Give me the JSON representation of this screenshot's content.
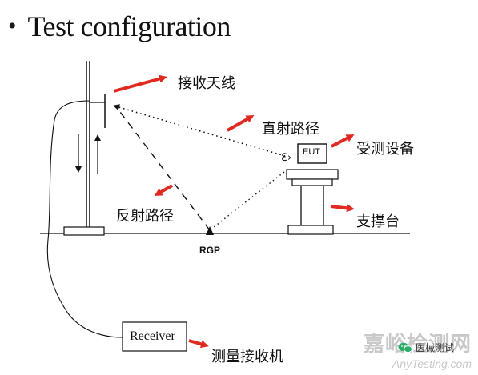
{
  "title": {
    "bullet": "•",
    "text": "Test configuration"
  },
  "labels": {
    "receive_antenna": "接收天线",
    "direct_path": "直射路径",
    "eut_device": "受测设备",
    "eut_box": "EUT",
    "support_table": "支撑台",
    "reflect_path": "反射路径",
    "rgp": "RGP",
    "receiver": "Receiver",
    "measure_receiver": "测量接收机"
  },
  "watermark": {
    "cn": "嘉峪检测网",
    "en": "AnyTesting.com"
  },
  "wechat": {
    "label": "医械测试"
  },
  "colors": {
    "arrow_red": "#e02a21",
    "line": "#111111",
    "wechat_green": "#2aae67"
  },
  "icons": {
    "arrow": "red-arrow-icon",
    "wechat": "wechat-icon"
  }
}
